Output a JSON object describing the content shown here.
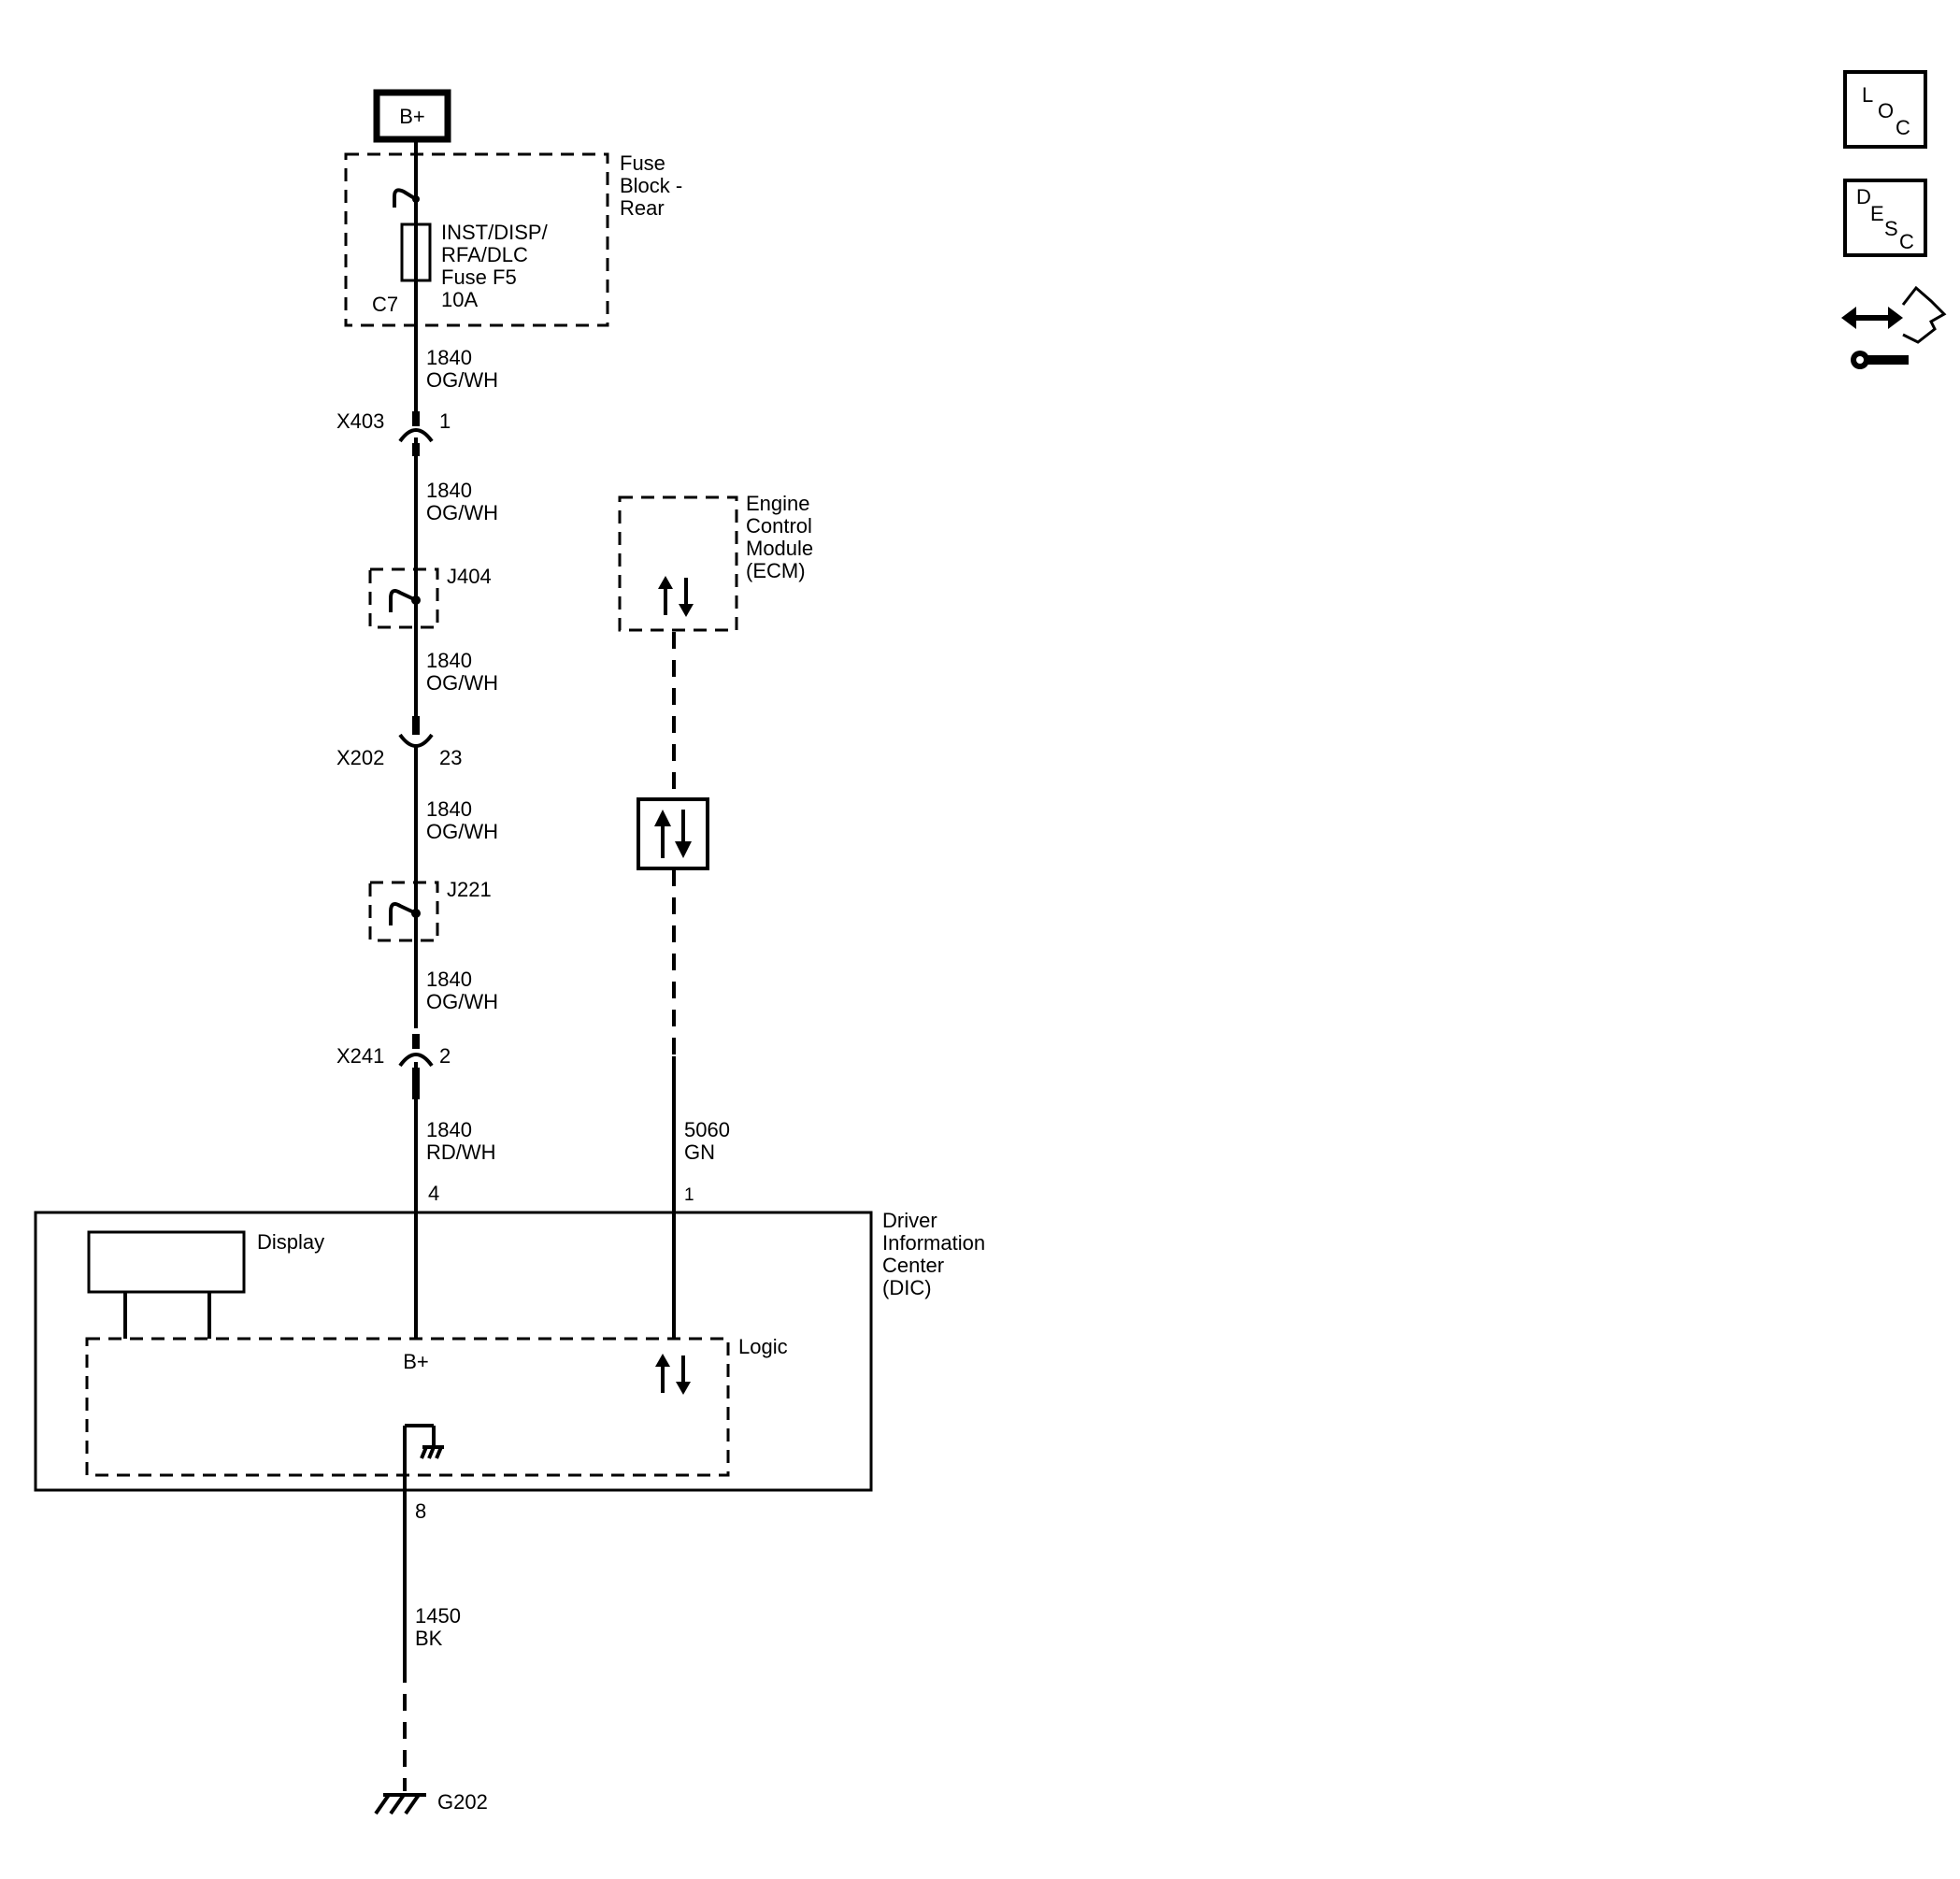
{
  "power": {
    "label": "B+"
  },
  "fuse_block": {
    "name_lines": [
      "Fuse",
      "Block -",
      "Rear"
    ],
    "fuse_lines": [
      "INST/DISP/",
      "RFA/DLC",
      "Fuse F5",
      "10A"
    ],
    "connector": "C7"
  },
  "wires": [
    {
      "circuit": "1840",
      "color": "OG/WH"
    },
    {
      "circuit": "1840",
      "color": "OG/WH"
    },
    {
      "circuit": "1840",
      "color": "OG/WH"
    },
    {
      "circuit": "1840",
      "color": "OG/WH"
    },
    {
      "circuit": "1840",
      "color": "OG/WH"
    },
    {
      "circuit": "1840",
      "color": "RD/WH"
    },
    {
      "circuit": "5060",
      "color": "GN"
    },
    {
      "circuit": "1450",
      "color": "BK"
    }
  ],
  "connectors": [
    {
      "name": "X403",
      "pin": "1"
    },
    {
      "name": "X202",
      "pin": "23"
    },
    {
      "name": "X241",
      "pin": "2"
    }
  ],
  "splices": [
    "J404",
    "J221"
  ],
  "ecm": {
    "name_lines": [
      "Engine",
      "Control",
      "Module",
      "(ECM)"
    ]
  },
  "dic": {
    "name_lines": [
      "Driver",
      "Information",
      "Center",
      "(DIC)"
    ],
    "pin_power": "4",
    "pin_data": "1",
    "pin_ground": "8",
    "display_label": "Display",
    "logic_label": "Logic",
    "bplus_label": "B+"
  },
  "ground": {
    "name": "G202"
  },
  "side_icons": {
    "loc": [
      "L",
      "O",
      "C"
    ],
    "desc": [
      "D",
      "E",
      "S",
      "C"
    ],
    "icons": [
      "loc-icon",
      "desc-icon",
      "connector-repair-icon"
    ]
  }
}
